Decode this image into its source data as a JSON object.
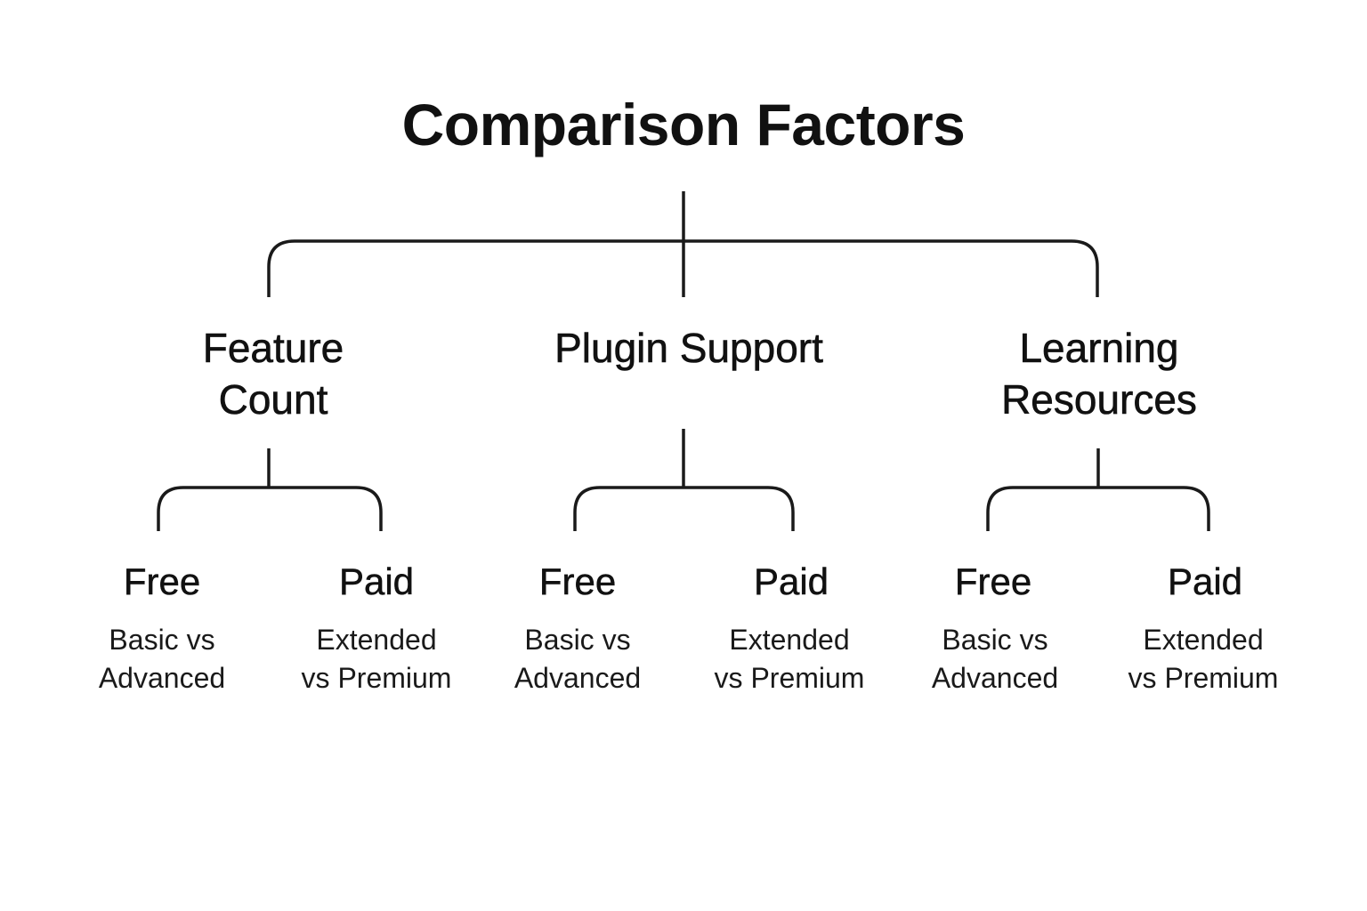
{
  "title": "Comparison Factors",
  "categories": [
    {
      "label": "Feature\nCount",
      "options": [
        {
          "name": "Free",
          "description": "Basic vs\nAdvanced"
        },
        {
          "name": "Paid",
          "description": "Extended\nvs Premium"
        }
      ]
    },
    {
      "label": "Plugin Support",
      "options": [
        {
          "name": "Free",
          "description": "Basic vs\nAdvanced"
        },
        {
          "name": "Paid",
          "description": "Extended\nvs Premium"
        }
      ]
    },
    {
      "label": "Learning\nResources",
      "options": [
        {
          "name": "Free",
          "description": "Basic vs\nAdvanced"
        },
        {
          "name": "Paid",
          "description": "Extended\nvs Premium"
        }
      ]
    }
  ]
}
